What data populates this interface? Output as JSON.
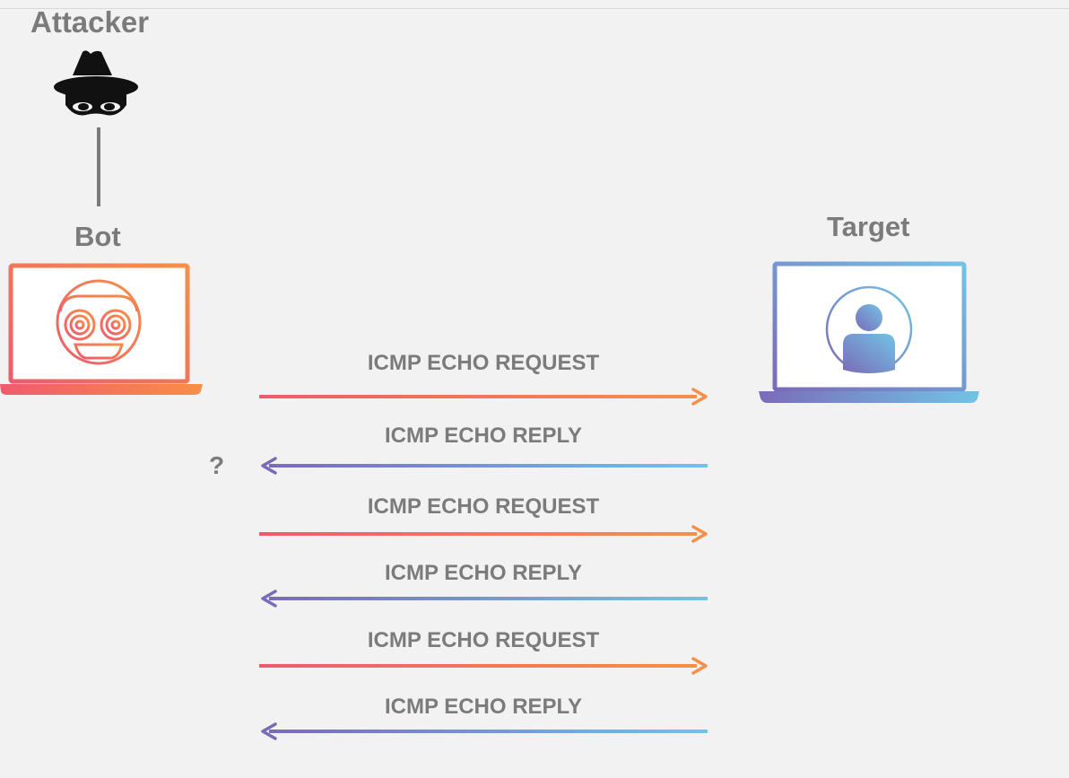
{
  "attacker": {
    "label": "Attacker",
    "icon": "spy-icon"
  },
  "bot": {
    "label": "Bot",
    "icon": "robot-icon"
  },
  "target": {
    "label": "Target",
    "icon": "user-icon"
  },
  "unknown_mark": "?",
  "messages": [
    {
      "text": "ICMP ECHO REQUEST",
      "direction": "to-target"
    },
    {
      "text": "ICMP ECHO REPLY",
      "direction": "to-source"
    },
    {
      "text": "ICMP ECHO REQUEST",
      "direction": "to-target"
    },
    {
      "text": "ICMP ECHO REPLY",
      "direction": "to-source"
    },
    {
      "text": "ICMP ECHO REQUEST",
      "direction": "to-target"
    },
    {
      "text": "ICMP ECHO REPLY",
      "direction": "to-source"
    }
  ],
  "colors": {
    "text": "#7b7b7b",
    "background": "#f2f2f2",
    "bot_gradient": [
      "#ef5b6e",
      "#f78f46"
    ],
    "target_gradient": [
      "#7a6bb8",
      "#72c3e6"
    ]
  }
}
